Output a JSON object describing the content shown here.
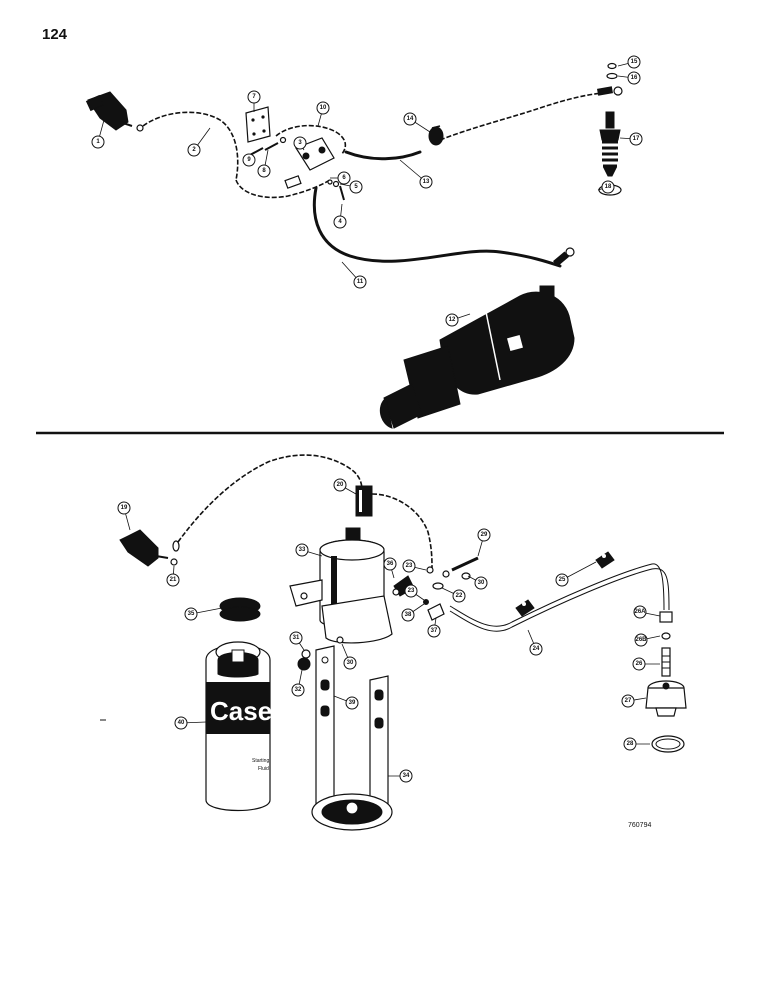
{
  "page": {
    "number": "124",
    "ref_code": "760794"
  },
  "can": {
    "brand": "Case",
    "small_text_1": "Starting",
    "small_text_2": "Fluid"
  },
  "callouts": [
    "1",
    "2",
    "3",
    "4",
    "5",
    "6",
    "7",
    "8",
    "9",
    "10",
    "11",
    "12",
    "13",
    "14",
    "15",
    "16",
    "17",
    "18",
    "19",
    "20",
    "21",
    "22",
    "23",
    "23",
    "24",
    "25",
    "26",
    "26A",
    "26B",
    "27",
    "28",
    "29",
    "30",
    "30",
    "31",
    "32",
    "33",
    "34",
    "35",
    "36",
    "37",
    "38",
    "39",
    "40"
  ]
}
